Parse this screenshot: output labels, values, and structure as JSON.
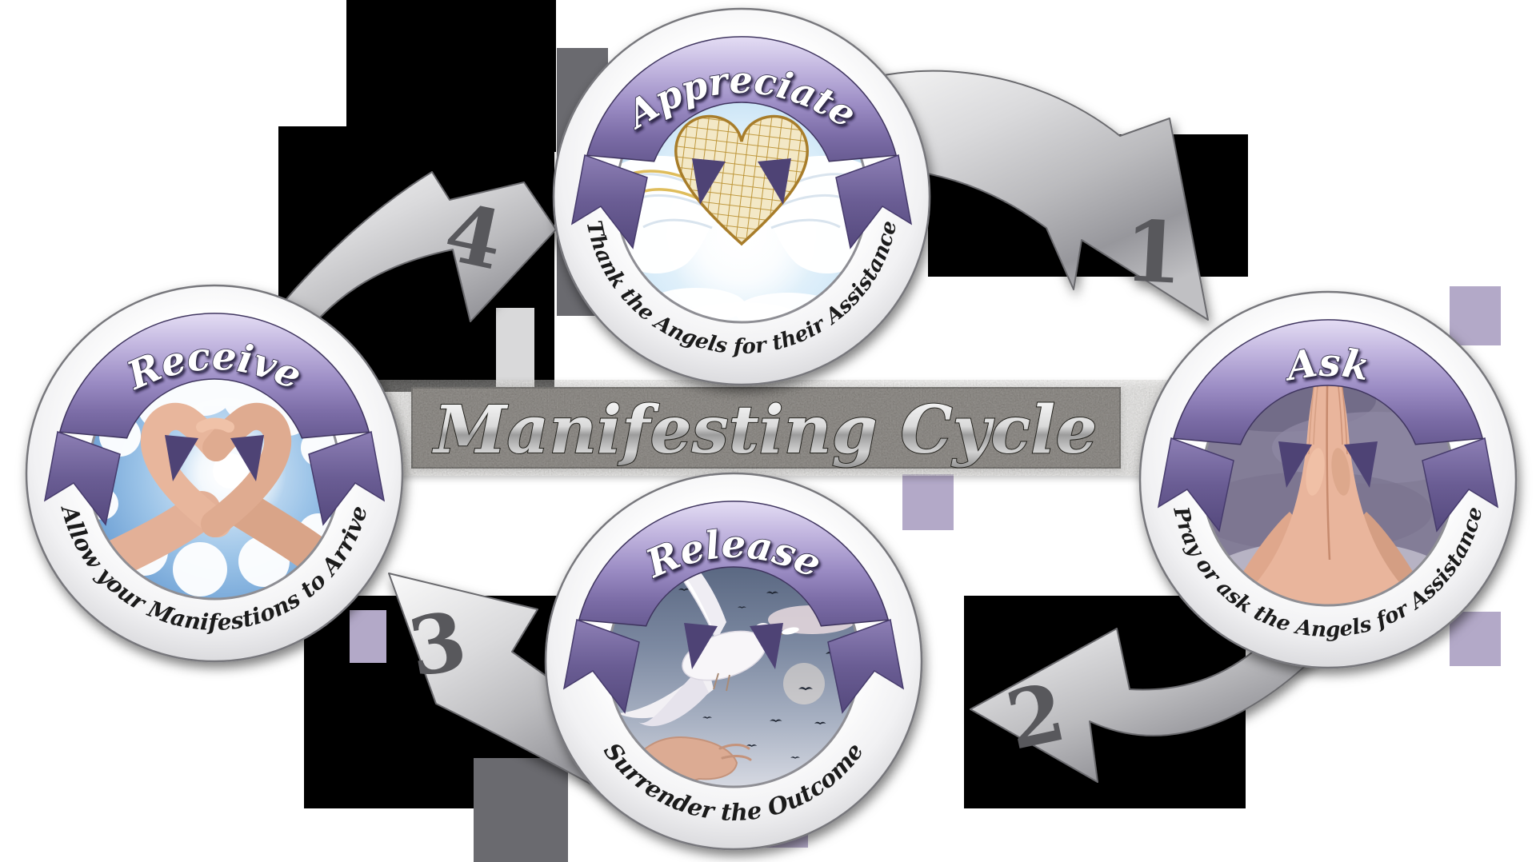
{
  "title": "Manifesting Cycle",
  "badges": [
    {
      "name": "Appreciate",
      "caption": "Thank the Angels for their Assistance",
      "image": "winged-gold-heart"
    },
    {
      "name": "Ask",
      "caption": "Pray or ask the Angels for Assistance",
      "image": "praying-hands"
    },
    {
      "name": "Release",
      "caption": "Surrender the Outcome",
      "image": "dove-released-from-hand"
    },
    {
      "name": "Receive",
      "caption": "Allow your Manifestions to Arrive",
      "image": "hands-forming-heart-sun"
    }
  ],
  "arrows": [
    {
      "label": "1",
      "from": "Appreciate",
      "to": "Ask"
    },
    {
      "label": "2",
      "from": "Ask",
      "to": "Release"
    },
    {
      "label": "3",
      "from": "Release",
      "to": "Receive"
    },
    {
      "label": "4",
      "from": "Receive",
      "to": "Appreciate"
    }
  ],
  "palette": {
    "ribbon_light": "#cfc4e8",
    "ribbon": "#9b8cc4",
    "ribbon_dark": "#685b92",
    "ribbon_tail": "#6a5d94",
    "rim_silver": "#f2f2f4",
    "arrow_metal": "#c6c6c9",
    "number_gray": "#58585c",
    "caption_text": "#1b1b1b",
    "banner_stone": "#55514c",
    "title_silver": "#d9d9d9",
    "background": "#ffffff",
    "mosaic_squares": [
      "#000000",
      "#525257",
      "#6a6a6f",
      "#d9d9da",
      "#b3a9c8"
    ]
  }
}
